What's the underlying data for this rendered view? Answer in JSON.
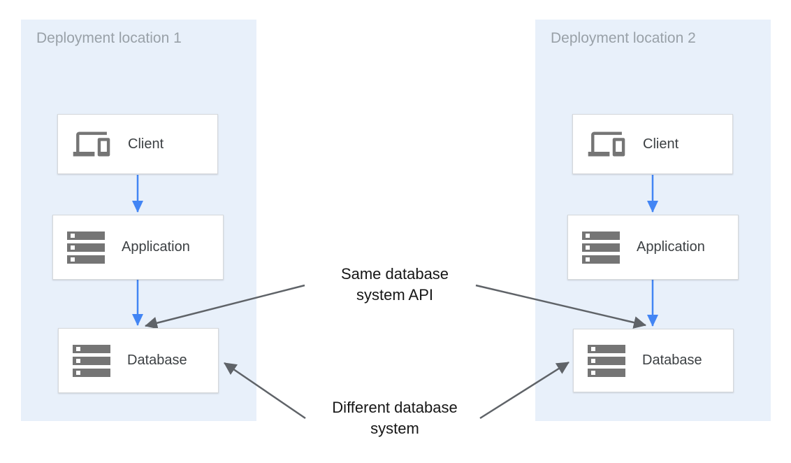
{
  "diagram": {
    "panels": [
      {
        "title": "Deployment location 1",
        "nodes": [
          {
            "label": "Client",
            "icon": "devices-icon"
          },
          {
            "label": "Application",
            "icon": "server-stack-icon"
          },
          {
            "label": "Database",
            "icon": "server-stack-icon"
          }
        ]
      },
      {
        "title": "Deployment location 2",
        "nodes": [
          {
            "label": "Client",
            "icon": "devices-icon"
          },
          {
            "label": "Application",
            "icon": "server-stack-icon"
          },
          {
            "label": "Database",
            "icon": "server-stack-icon"
          }
        ]
      }
    ],
    "annotations": [
      {
        "line1": "Same database",
        "line2": "system API"
      },
      {
        "line1": "Different database",
        "line2": "system"
      }
    ],
    "colors": {
      "panel_bg": "#e8f0fa",
      "panel_title": "#99a1a8",
      "node_bg": "#ffffff",
      "node_border": "#d5d8db",
      "node_label": "#3c4043",
      "icon_gray": "#757575",
      "flow_arrow_blue": "#4285f4",
      "annotation_arrow_gray": "#5f6368",
      "annotation_text": "#161616"
    }
  }
}
